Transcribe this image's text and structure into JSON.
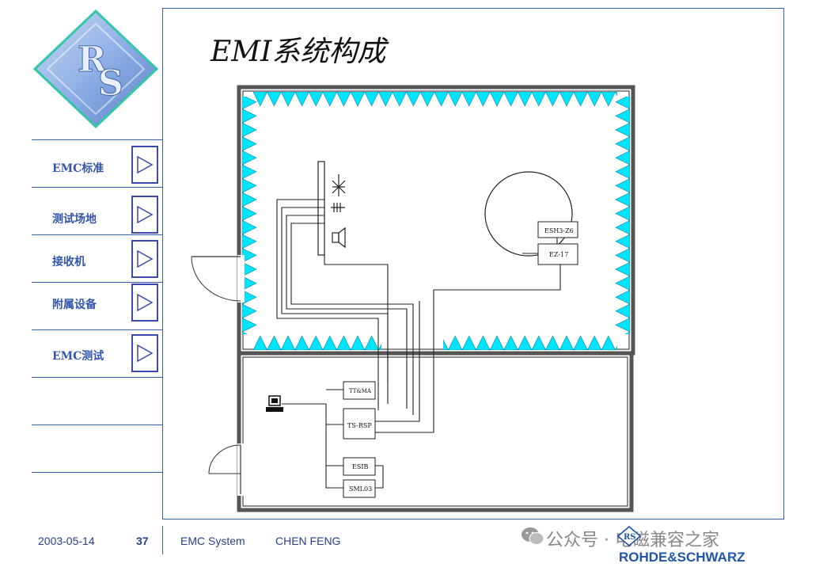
{
  "slide": {
    "title": "EMI系统构成"
  },
  "sidebar": {
    "items": [
      {
        "label": "EMC标准"
      },
      {
        "label": "测试场地"
      },
      {
        "label": "接收机"
      },
      {
        "label": "附属设备"
      },
      {
        "label": "EMC测试"
      }
    ]
  },
  "diagram": {
    "labels": {
      "esh3": "ESH3-Z6",
      "ez17": "EZ-17",
      "ttma": "TT&MA",
      "tsrsp": "TS-RSP",
      "esib": "ESIB",
      "sml03": "SML03"
    }
  },
  "footer": {
    "date": "2003-05-14",
    "page": "37",
    "system": "EMC System",
    "author": "CHEN FENG"
  },
  "watermark": {
    "text": "公众号 · 电磁兼容之家"
  },
  "brand": {
    "name": "ROHDE&SCHWARZ",
    "logo_letters": "RS"
  },
  "colors": {
    "accent": "#3a62b4",
    "absorber": "#00e5ff"
  }
}
